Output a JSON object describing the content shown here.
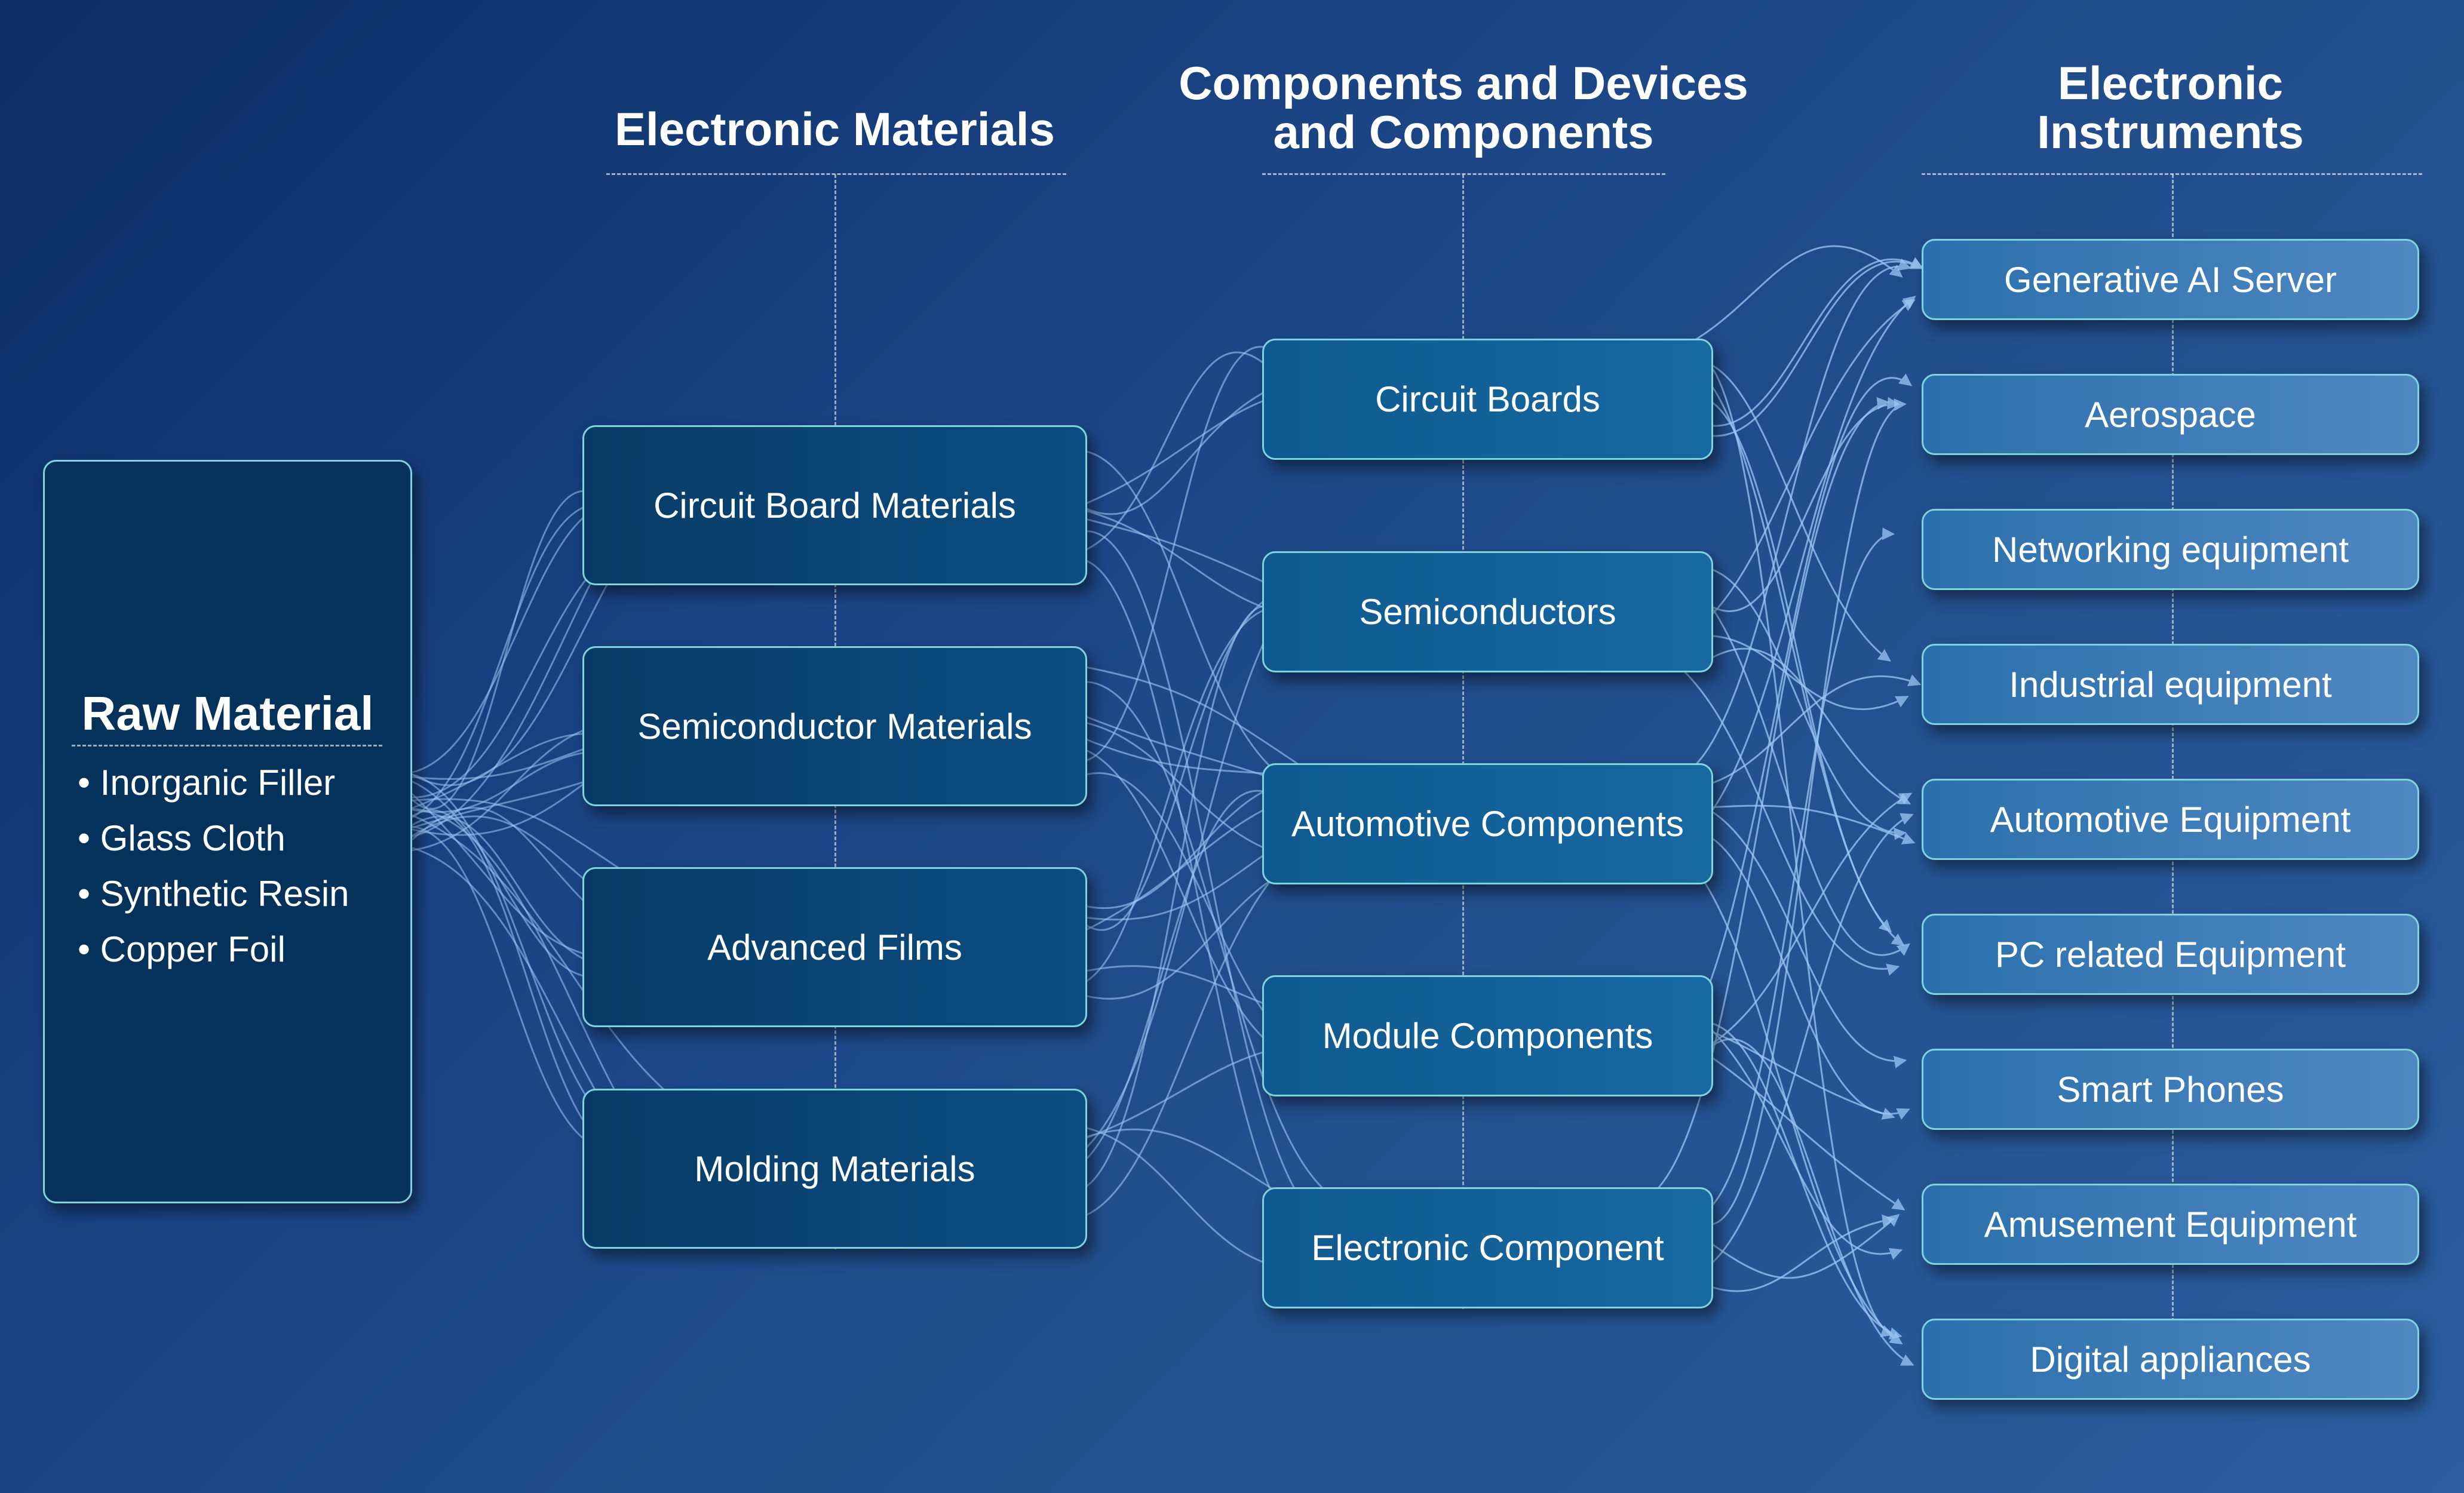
{
  "headers": {
    "electronic_materials": "Electronic Materials",
    "components_line1": "Components and Devices",
    "components_line2": "and Components",
    "instruments_line1": "Electronic",
    "instruments_line2": "Instruments"
  },
  "raw_material": {
    "title": "Raw Material",
    "items": [
      "• Inorganic Filler",
      "• Glass Cloth",
      "• Synthetic Resin",
      "• Copper Foil"
    ]
  },
  "electronic_materials": [
    "Circuit Board Materials",
    "Semiconductor Materials",
    "Advanced Films",
    "Molding Materials"
  ],
  "components": [
    "Circuit Boards",
    "Semiconductors",
    "Automotive Components",
    "Module Components",
    "Electronic Component"
  ],
  "instruments": [
    "Generative AI Server",
    "Aerospace",
    "Networking equipment",
    "Industrial equipment",
    "Automotive Equipment",
    "PC related Equipment",
    "Smart Phones",
    "Amusement Equipment",
    "Digital appliances"
  ],
  "colors": {
    "flow_line": "#9cc6f5",
    "box_border": "#7fd3dc",
    "background": "#1a4384"
  }
}
